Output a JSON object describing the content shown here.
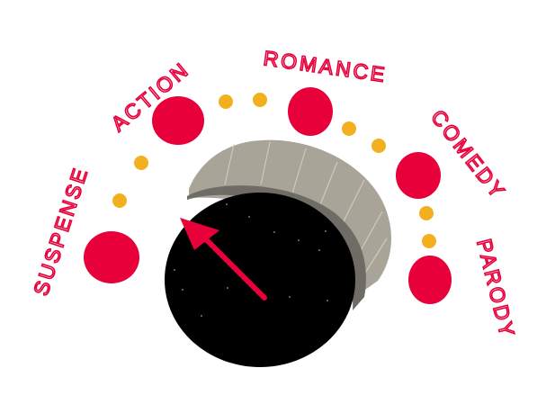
{
  "dial": {
    "labels": [
      "SUSPENSE",
      "ACTION",
      "ROMANCE",
      "COMEDY",
      "PARODY"
    ],
    "selected": "SUSPENSE"
  },
  "colors": {
    "accent_red": "#e8003a",
    "dot_yellow": "#f2b01e",
    "knob_face": "#000000",
    "knob_rim": "#a8a498",
    "knob_rim_shadow": "#6f6c66"
  },
  "icons": [
    "knob-icon",
    "pointer-arrow-icon"
  ]
}
